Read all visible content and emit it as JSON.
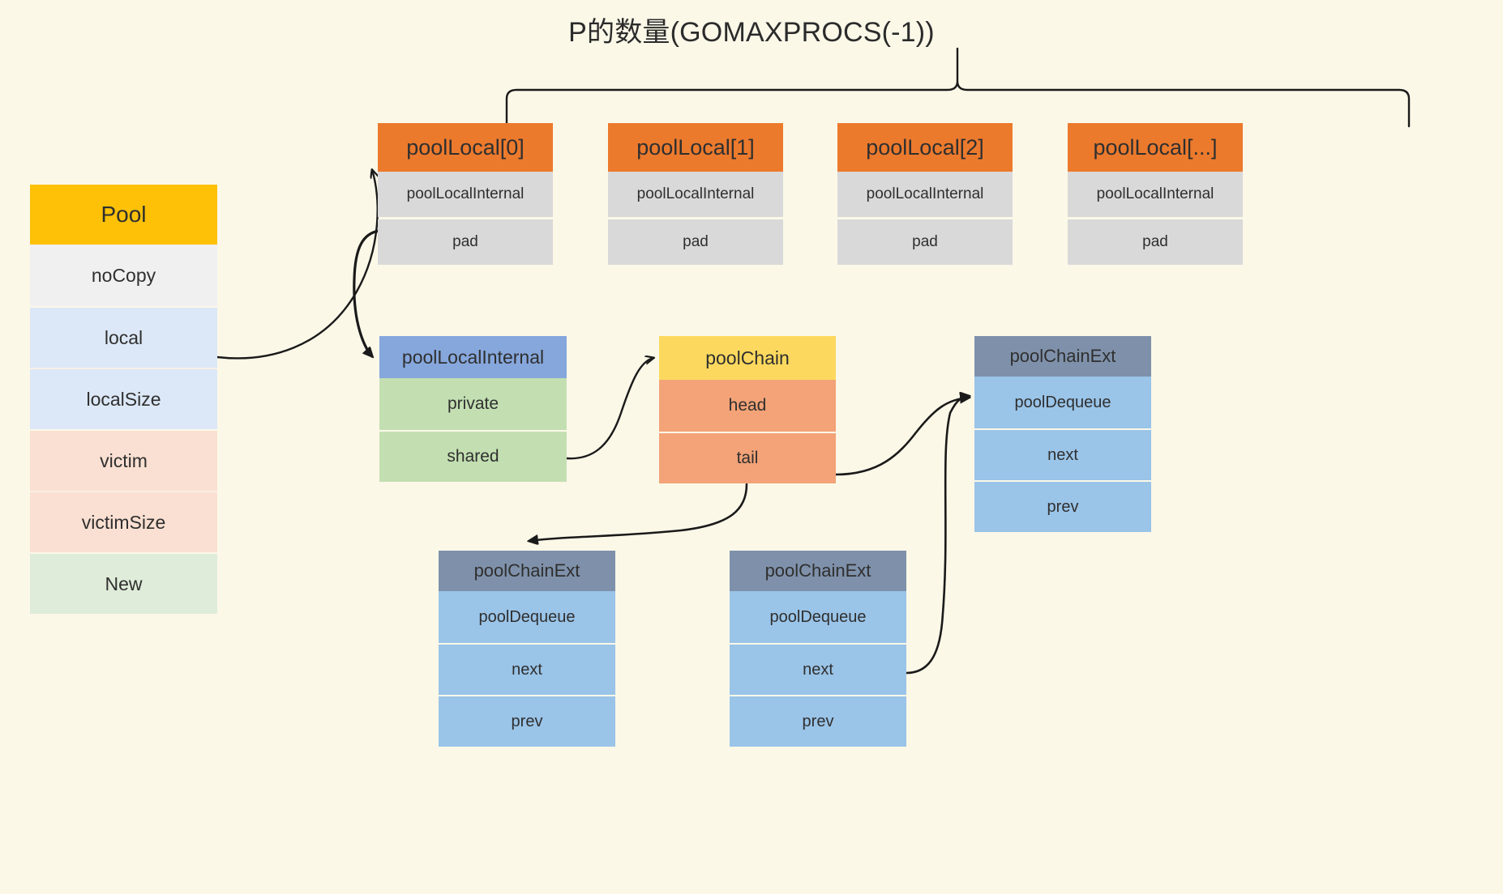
{
  "title": "P的数量(GOMAXPROCS(-1))",
  "colors": {
    "background": "#fbf8e8",
    "pool_header": "#fec107",
    "pool_gray": "#f0f0f0",
    "pool_blue": "#dce8f7",
    "pool_pink": "#fae0d2",
    "pool_green": "#dfecd9",
    "poollocal_header": "#ec7a2d",
    "poollocal_row": "#d9d9d9",
    "poollocalinternal_header": "#86a7dc",
    "poollocalinternal_row": "#c3dfb2",
    "poolchain_header": "#fcd95e",
    "poolchain_row": "#f3a377",
    "poolchainext_header": "#7f91aa",
    "poolchainext_row": "#9ac4e8",
    "arrow": "#1a1a1a"
  },
  "pool": {
    "header": "Pool",
    "rows": [
      {
        "label": "noCopy"
      },
      {
        "label": "local"
      },
      {
        "label": "localSize"
      },
      {
        "label": "victim"
      },
      {
        "label": "victimSize"
      },
      {
        "label": "New"
      }
    ]
  },
  "pool_locals": [
    {
      "header": "poolLocal[0]",
      "rows": [
        "poolLocalInternal",
        "pad"
      ]
    },
    {
      "header": "poolLocal[1]",
      "rows": [
        "poolLocalInternal",
        "pad"
      ]
    },
    {
      "header": "poolLocal[2]",
      "rows": [
        "poolLocalInternal",
        "pad"
      ]
    },
    {
      "header": "poolLocal[...]",
      "rows": [
        "poolLocalInternal",
        "pad"
      ]
    }
  ],
  "pool_local_internal": {
    "header": "poolLocalInternal",
    "rows": [
      "private",
      "shared"
    ]
  },
  "pool_chain": {
    "header": "poolChain",
    "rows": [
      "head",
      "tail"
    ]
  },
  "pool_chain_ext_right": {
    "header": "poolChainExt",
    "rows": [
      "poolDequeue",
      "next",
      "prev"
    ]
  },
  "pool_chain_ext_bottom_left": {
    "header": "poolChainExt",
    "rows": [
      "poolDequeue",
      "next",
      "prev"
    ]
  },
  "pool_chain_ext_bottom_mid": {
    "header": "poolChainExt",
    "rows": [
      "poolDequeue",
      "next",
      "prev"
    ]
  }
}
